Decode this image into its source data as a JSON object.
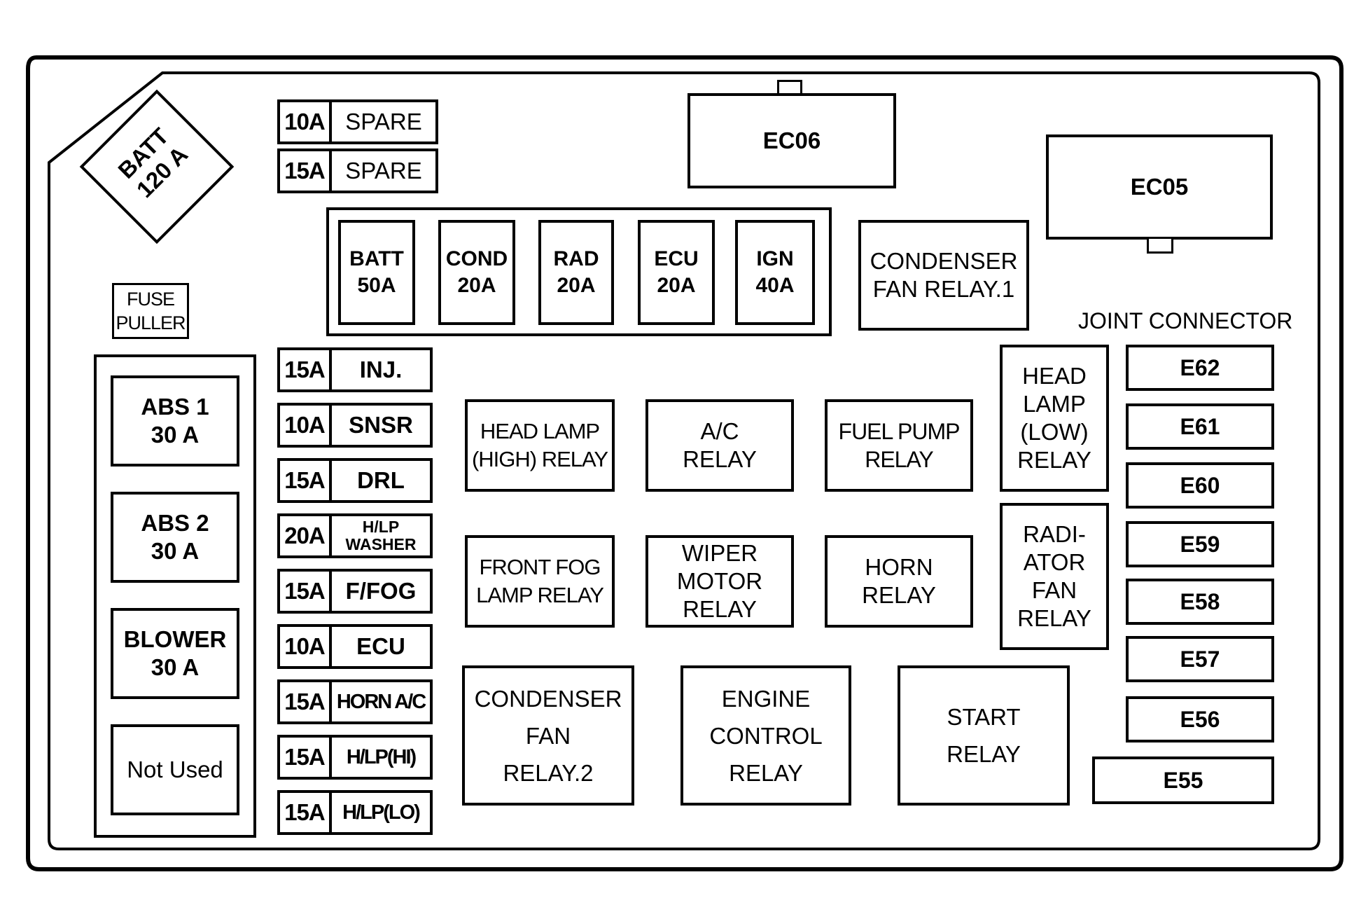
{
  "batt_fuse": {
    "line1": "BATT",
    "line2": "120 A"
  },
  "fuse_puller": {
    "line1": "FUSE",
    "line2": "PULLER"
  },
  "spare_fuses": [
    {
      "amp": "10A",
      "name": "SPARE"
    },
    {
      "amp": "15A",
      "name": "SPARE"
    }
  ],
  "main_fuses": [
    {
      "name": "BATT",
      "amp": "50A"
    },
    {
      "name": "COND",
      "amp": "20A"
    },
    {
      "name": "RAD",
      "amp": "20A"
    },
    {
      "name": "ECU",
      "amp": "20A"
    },
    {
      "name": "IGN",
      "amp": "40A"
    }
  ],
  "connectors": {
    "ec06": "EC06",
    "ec05": "EC05"
  },
  "left_fuses": [
    {
      "name": "ABS 1\n30 A"
    },
    {
      "name": "ABS 2\n30 A"
    },
    {
      "name": "BLOWER\n30 A"
    },
    {
      "name": "Not Used"
    }
  ],
  "mini_fuses": [
    {
      "amp": "15A",
      "name": "INJ."
    },
    {
      "amp": "10A",
      "name": "SNSR"
    },
    {
      "amp": "15A",
      "name": "DRL"
    },
    {
      "amp": "20A",
      "name": "H/LP\nWASHER"
    },
    {
      "amp": "15A",
      "name": "F/FOG"
    },
    {
      "amp": "10A",
      "name": "ECU"
    },
    {
      "amp": "15A",
      "name": "HORN A/C"
    },
    {
      "amp": "15A",
      "name": "H/LP(HI)"
    },
    {
      "amp": "15A",
      "name": "H/LP(LO)"
    }
  ],
  "relays": {
    "condenser_fan_relay_1": "CONDENSER\nFAN RELAY.1",
    "head_lamp_high": "HEAD LAMP\n(HIGH) RELAY",
    "ac_relay": "A/C\nRELAY",
    "fuel_pump": "FUEL PUMP\nRELAY",
    "head_lamp_low": "HEAD\nLAMP\n(LOW)\nRELAY",
    "front_fog": "FRONT FOG\nLAMP RELAY",
    "wiper_motor": "WIPER\nMOTOR\nRELAY",
    "horn": "HORN\nRELAY",
    "radiator_fan": "RADI-\nATOR\nFAN\nRELAY",
    "condenser_fan_relay_2": "CONDENSER\nFAN\nRELAY.2",
    "engine_control": "ENGINE\nCONTROL\nRELAY",
    "start": "START\nRELAY"
  },
  "joint_connector": {
    "title": "JOINT CONNECTOR",
    "items": [
      "E62",
      "E61",
      "E60",
      "E59",
      "E58",
      "E57",
      "E56",
      "E55"
    ]
  }
}
